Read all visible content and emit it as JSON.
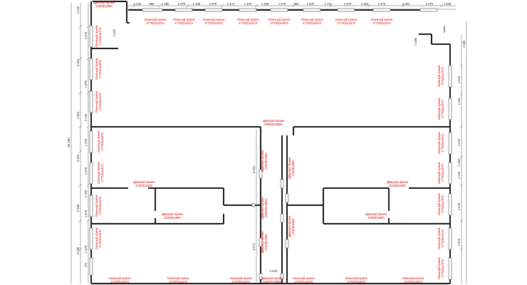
{
  "plan": {
    "overall_height": "25 180",
    "corridor_width": "2 534",
    "openings": {
      "window": "Оконный проем",
      "door": "Дверной проем",
      "s_win_1570": "1770(h)x1570",
      "s_win_1670": "1770(h)x1670",
      "s_win_1870": "1770(h)x1870",
      "s_win_2870": "1770(h)x2870",
      "s_win_3370": "1770(h)x3370",
      "s_door_900": "2150(h)x900",
      "s_door_800": "2150(h)x800",
      "s_door_3850": "2650(h)x3850"
    },
    "top_dims": [
      "1 526",
      "960",
      "1 280",
      "1 570",
      "1 349",
      "1 570",
      "1 474",
      "1 570",
      "1 308",
      "1 570",
      "965",
      "1 570",
      "1 710",
      "1 570",
      "1 054",
      "1 570",
      "2 461",
      "1 570",
      "1 403"
    ],
    "left_dims": [
      "1 649",
      "1 670",
      "3 324",
      "1 870",
      "1 862",
      "2 740",
      "1 670",
      "3 404",
      "1 570",
      "1 700",
      "2 948",
      "1 570",
      "2 496",
      "1 570",
      "272"
    ],
    "right_dims": [
      "4 606",
      "1 570",
      "1 661",
      "1 570",
      "1 282",
      "1 570",
      "1 570",
      "1 570"
    ],
    "inner_dims": [
      "6 001",
      "6 071",
      "1 580",
      "2 600"
    ]
  }
}
